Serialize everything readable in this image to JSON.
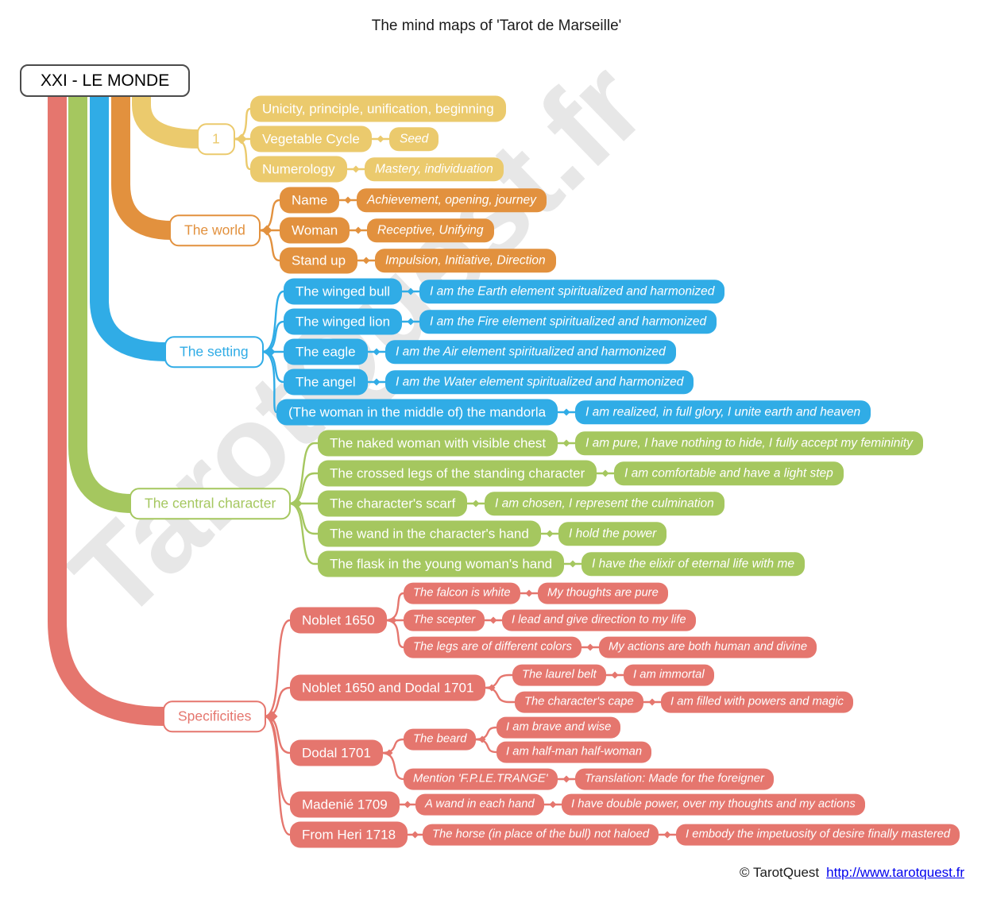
{
  "title": "The mind maps of 'Tarot de Marseille'",
  "root_label": "XXI - LE MONDE",
  "watermark": "TarotQuest.fr",
  "watermark_color": "#e7e7e7",
  "footer": {
    "copyright": "© TarotQuest",
    "link_text": "http://www.tarotquest.fr",
    "link_color": "#0000EE"
  },
  "colors": {
    "yellow": "#EBCA6D",
    "orange": "#E2913E",
    "blue": "#30ACE6",
    "green": "#A5C75F",
    "red": "#E5766E"
  },
  "branches": [
    {
      "label": "1",
      "color": "yellow",
      "children": [
        {
          "label": "Unicity, principle, unification, beginning"
        },
        {
          "label": "Vegetable Cycle",
          "children": [
            {
              "label": "Seed",
              "italic": true
            }
          ]
        },
        {
          "label": "Numerology",
          "children": [
            {
              "label": "Mastery, individuation",
              "italic": true
            }
          ]
        }
      ]
    },
    {
      "label": "The world",
      "color": "orange",
      "children": [
        {
          "label": "Name",
          "children": [
            {
              "label": "Achievement, opening, journey",
              "italic": true
            }
          ]
        },
        {
          "label": "Woman",
          "children": [
            {
              "label": "Receptive, Unifying",
              "italic": true
            }
          ]
        },
        {
          "label": "Stand up",
          "children": [
            {
              "label": "Impulsion, Initiative, Direction",
              "italic": true
            }
          ]
        }
      ]
    },
    {
      "label": "The setting",
      "color": "blue",
      "children": [
        {
          "label": "The winged bull",
          "children": [
            {
              "label": "I am the Earth element spiritualized and harmonized",
              "italic": true
            }
          ]
        },
        {
          "label": "The winged lion",
          "children": [
            {
              "label": "I am the Fire element spiritualized and harmonized",
              "italic": true
            }
          ]
        },
        {
          "label": "The eagle",
          "children": [
            {
              "label": "I am the Air element spiritualized and harmonized",
              "italic": true
            }
          ]
        },
        {
          "label": "The angel",
          "children": [
            {
              "label": "I am the Water element spiritualized and harmonized",
              "italic": true
            }
          ]
        },
        {
          "label": "(The woman in the middle of) the mandorla",
          "children": [
            {
              "label": "I am realized, in full glory, I unite earth and heaven",
              "italic": true
            }
          ]
        }
      ]
    },
    {
      "label": "The central character",
      "color": "green",
      "children": [
        {
          "label": "The naked woman with visible chest",
          "children": [
            {
              "label": "I am pure, I have nothing to hide, I fully accept my femininity",
              "italic": true
            }
          ]
        },
        {
          "label": "The crossed legs of the standing character",
          "children": [
            {
              "label": "I am comfortable and have a light step",
              "italic": true
            }
          ]
        },
        {
          "label": "The character's scarf",
          "children": [
            {
              "label": "I am chosen, I represent the culmination",
              "italic": true
            }
          ]
        },
        {
          "label": "The wand in the character's hand",
          "children": [
            {
              "label": "I hold the power",
              "italic": true
            }
          ]
        },
        {
          "label": "The flask in the young woman's hand",
          "children": [
            {
              "label": "I have the elixir of eternal life with me",
              "italic": true
            }
          ]
        }
      ]
    },
    {
      "label": "Specificities",
      "color": "red",
      "children": [
        {
          "label": "Noblet 1650",
          "children": [
            {
              "label": "The falcon is white",
              "italic": true,
              "children": [
                {
                  "label": "My thoughts are pure",
                  "italic": true
                }
              ]
            },
            {
              "label": "The scepter",
              "italic": true,
              "children": [
                {
                  "label": "I lead and give direction to my life",
                  "italic": true
                }
              ]
            },
            {
              "label": "The legs are of different colors",
              "italic": true,
              "children": [
                {
                  "label": "My actions are both human and divine",
                  "italic": true
                }
              ]
            }
          ]
        },
        {
          "label": "Noblet 1650 and Dodal 1701",
          "children": [
            {
              "label": "The laurel belt",
              "italic": true,
              "children": [
                {
                  "label": "I am immortal",
                  "italic": true
                }
              ]
            },
            {
              "label": "The character's cape",
              "italic": true,
              "children": [
                {
                  "label": "I am filled with powers and magic",
                  "italic": true
                }
              ]
            }
          ]
        },
        {
          "label": "Dodal 1701",
          "children": [
            {
              "label": "The beard",
              "italic": true,
              "children": [
                {
                  "label": "I am brave and wise",
                  "italic": true
                },
                {
                  "label": "I am half-man half-woman",
                  "italic": true
                }
              ]
            },
            {
              "label": "Mention 'F.P.LE.TRANGE'",
              "italic": true,
              "children": [
                {
                  "label": "Translation: Made for the foreigner",
                  "italic": true
                }
              ]
            }
          ]
        },
        {
          "label": "Madenié 1709",
          "children": [
            {
              "label": "A wand in each hand",
              "italic": true,
              "children": [
                {
                  "label": "I have double power, over my thoughts and my actions",
                  "italic": true
                }
              ]
            }
          ]
        },
        {
          "label": "From Heri 1718",
          "children": [
            {
              "label": "The horse (in place of the bull) not haloed",
              "italic": true,
              "children": [
                {
                  "label": "I embody the impetuosity of desire finally mastered",
                  "italic": true
                }
              ]
            }
          ]
        }
      ]
    }
  ]
}
